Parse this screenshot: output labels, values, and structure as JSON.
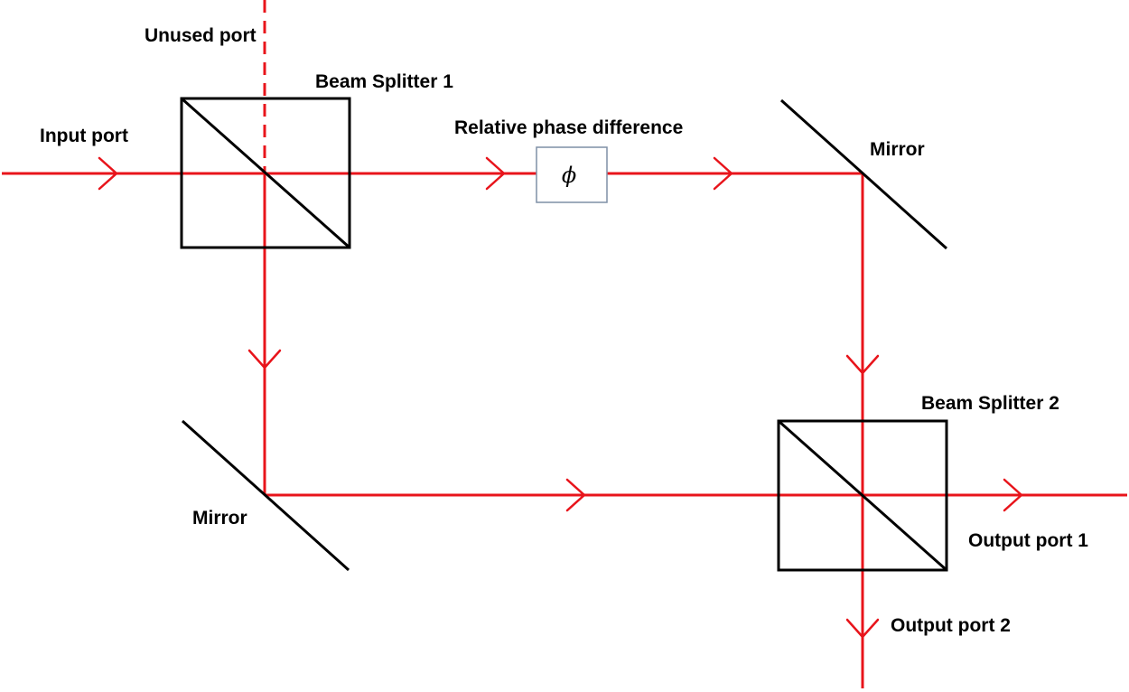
{
  "labels": {
    "unused_port": "Unused port",
    "beam_splitter_1": "Beam Splitter 1",
    "input_port": "Input port",
    "relative_phase": "Relative phase difference",
    "phase_symbol": "ϕ",
    "mirror_top_right": "Mirror",
    "mirror_bottom_left": "Mirror",
    "beam_splitter_2": "Beam Splitter 2",
    "output_port_1": "Output port 1",
    "output_port_2": "Output port 2"
  },
  "colors": {
    "beam": "#e8141b",
    "optics": "#000000",
    "phase_box_border": "#7f8fa6",
    "background": "#ffffff"
  }
}
